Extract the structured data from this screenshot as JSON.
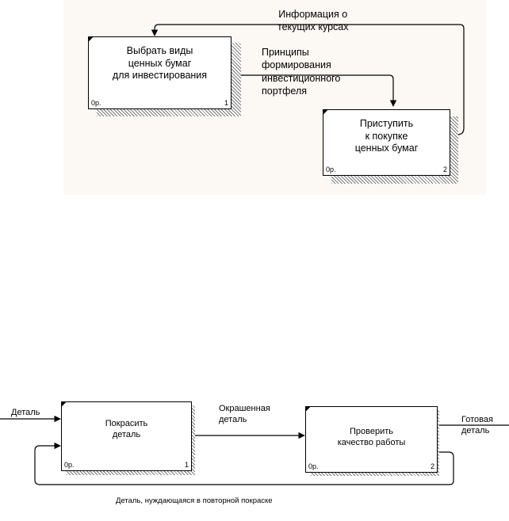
{
  "diagram_top": {
    "box1": {
      "name": "Выбрать виды\nценных бумаг\nдля инвестирования",
      "cost": "0р.",
      "number": "1"
    },
    "box2": {
      "name": "Приступить\nк покупке\nценных бумаг",
      "cost": "0р.",
      "number": "2"
    },
    "arrow_feedback_label": "Информация о\nтекущих курсах",
    "arrow_principles_label": "Принципы\nформирования\nинвестиционного\nпортфеля"
  },
  "diagram_bottom": {
    "box1": {
      "name": "Покрасить\nдеталь",
      "cost": "0р.",
      "number": "1"
    },
    "box2": {
      "name": "Проверить\nкачество работы",
      "cost": "0р.",
      "number": "2"
    },
    "input_label": "Деталь",
    "middle_label": "Окрашенная\nдеталь",
    "output_label": "Готовая\nдеталь",
    "feedback_label": "Деталь, нуждающаяся в повторной покраске"
  },
  "colors": {
    "panel_top_bg": "#fcf8f3",
    "line": "#000000"
  }
}
